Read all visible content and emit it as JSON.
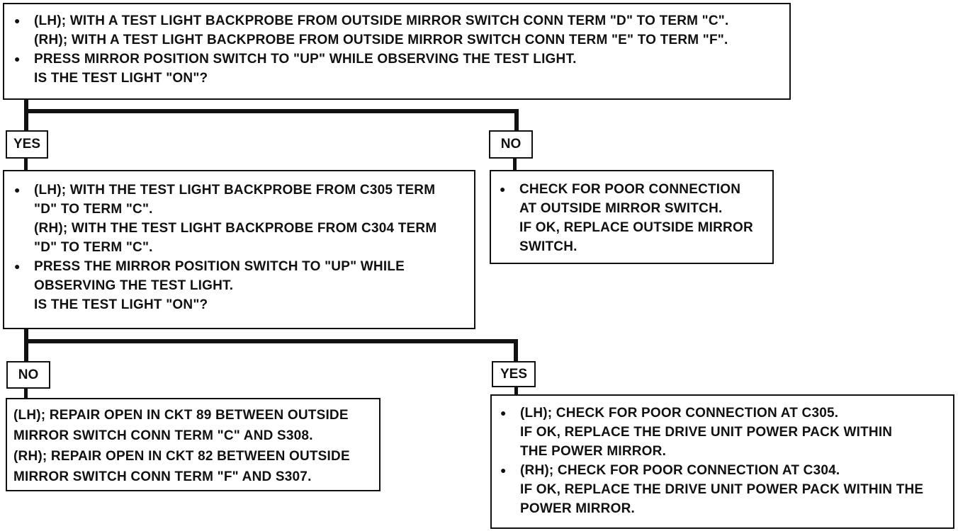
{
  "question1": {
    "lines": [
      {
        "bullet": true,
        "text": "(LH); WITH A TEST LIGHT BACKPROBE FROM OUTSIDE MIRROR SWITCH CONN TERM \"D\" TO TERM \"C\"."
      },
      {
        "bullet": false,
        "text": "(RH); WITH A TEST LIGHT BACKPROBE FROM OUTSIDE MIRROR SWITCH CONN TERM \"E\" TO TERM \"F\"."
      },
      {
        "bullet": true,
        "text": "PRESS MIRROR POSITION SWITCH TO \"UP\" WHILE OBSERVING THE TEST LIGHT."
      },
      {
        "bullet": false,
        "text": "IS THE TEST LIGHT \"ON\"?"
      }
    ]
  },
  "branch1": {
    "yes_label": "YES",
    "no_label": "NO"
  },
  "question2": {
    "lines": [
      {
        "bullet": true,
        "text": "(LH); WITH THE TEST LIGHT BACKPROBE FROM C305 TERM"
      },
      {
        "bullet": false,
        "text": "\"D\" TO TERM \"C\"."
      },
      {
        "bullet": false,
        "text": "(RH); WITH THE TEST LIGHT BACKPROBE FROM C304 TERM"
      },
      {
        "bullet": false,
        "text": "\"D\" TO TERM \"C\"."
      },
      {
        "bullet": true,
        "text": "PRESS THE MIRROR POSITION SWITCH TO \"UP\" WHILE"
      },
      {
        "bullet": false,
        "text": "OBSERVING THE TEST LIGHT."
      },
      {
        "bullet": false,
        "text": "IS THE TEST LIGHT \"ON\"?"
      }
    ]
  },
  "action_no1": {
    "lines": [
      {
        "bullet": true,
        "text": "CHECK FOR POOR CONNECTION"
      },
      {
        "bullet": false,
        "text": "AT OUTSIDE MIRROR SWITCH."
      },
      {
        "bullet": false,
        "text": "IF OK, REPLACE OUTSIDE MIRROR"
      },
      {
        "bullet": false,
        "text": "SWITCH."
      }
    ]
  },
  "branch2": {
    "no_label": "NO",
    "yes_label": "YES"
  },
  "action_no2": {
    "lines": [
      {
        "bullet": false,
        "text": "(LH); REPAIR OPEN IN CKT 89 BETWEEN OUTSIDE"
      },
      {
        "bullet": false,
        "text": "MIRROR SWITCH CONN TERM \"C\" AND S308."
      },
      {
        "bullet": false,
        "text": "(RH); REPAIR OPEN IN CKT 82 BETWEEN OUTSIDE"
      },
      {
        "bullet": false,
        "text": "MIRROR SWITCH CONN TERM \"F\" AND S307."
      }
    ]
  },
  "action_yes2": {
    "lines": [
      {
        "bullet": true,
        "text": "(LH); CHECK FOR POOR CONNECTION AT C305."
      },
      {
        "bullet": false,
        "text": "IF OK, REPLACE THE DRIVE UNIT POWER PACK WITHIN"
      },
      {
        "bullet": false,
        "text": "THE POWER MIRROR."
      },
      {
        "bullet": true,
        "text": "(RH); CHECK FOR POOR CONNECTION AT C304."
      },
      {
        "bullet": false,
        "text": "IF OK, REPLACE THE DRIVE UNIT POWER PACK WITHIN THE"
      },
      {
        "bullet": false,
        "text": "POWER MIRROR."
      }
    ]
  }
}
